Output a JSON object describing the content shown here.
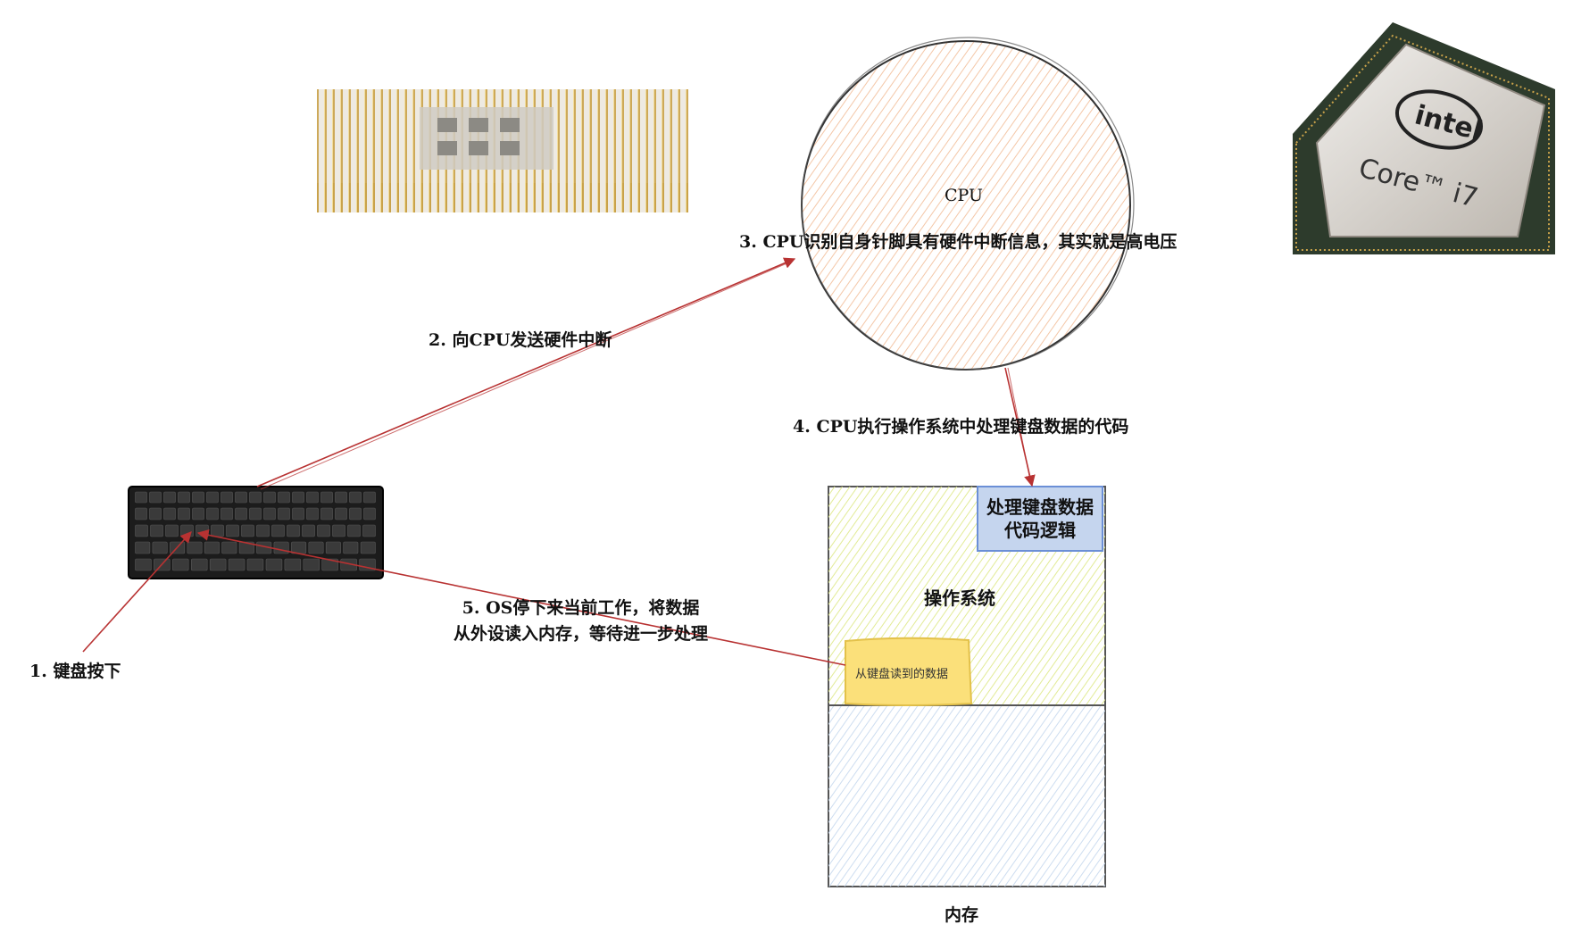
{
  "nodes": {
    "cpu": "CPU",
    "os": "操作系统",
    "handler_line1": "处理键盘数据",
    "handler_line2": "代码逻辑",
    "keyboard_data": "从键盘读到的数据",
    "memory": "内存"
  },
  "logos": {
    "intel_brand": "intel",
    "intel_model": "Core™ i7"
  },
  "steps": {
    "step1": "1. 键盘按下",
    "step2": "2. 向CPU发送硬件中断",
    "step3": "3. CPU识别自身针脚具有硬件中断信息，其实就是高电压",
    "step4": "4. CPU执行操作系统中处理键盘数据的代码",
    "step5_line1": "5. OS停下来当前工作，将数据",
    "step5_line2": "从外设读入内存，等待进一步处理"
  },
  "colors": {
    "arrow": "#b83232",
    "cpu_fill": "#f5c6a5",
    "os_fill": "#e6f08c",
    "memory_fill": "#c9dcf0",
    "handler_fill": "#c5d5ee",
    "handler_border": "#6b8fd6",
    "note_fill": "#fbe07a"
  }
}
